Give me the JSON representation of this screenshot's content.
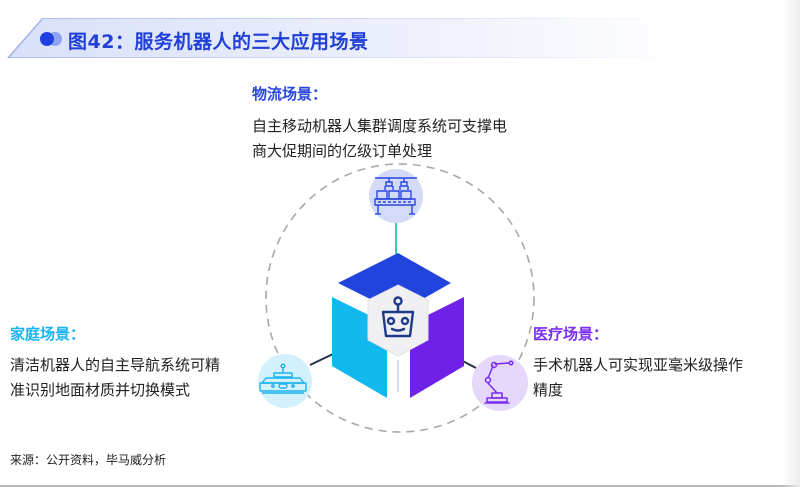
{
  "title": {
    "text": "图42：服务机器人的三大应用场景",
    "accent_color": "#2040d8",
    "bar_color": "#dfe5fb"
  },
  "scenarios": [
    {
      "id": "logistics",
      "label": "物流场景：",
      "description_lines": [
        "自主移动机器人集群调度系统可支撑电",
        "商大促期间的亿级订单处理"
      ],
      "icon": "conveyor-robot-arms-icon",
      "color": "#2846e0",
      "circle_fill": "#d4dbf8"
    },
    {
      "id": "home",
      "label": "家庭场景：",
      "description_lines": [
        "清洁机器人的自主导航系统可精",
        "准识别地面材质并切换模式"
      ],
      "icon": "cleaning-robot-icon",
      "color": "#1ab4f0",
      "circle_fill": "#d3f0fd"
    },
    {
      "id": "medical",
      "label": "医疗场景：",
      "description_lines": [
        "手术机器人可实现亚毫米级操作",
        "精度"
      ],
      "icon": "surgical-robot-arm-icon",
      "color": "#7a2ef0",
      "circle_fill": "#e6d8fb"
    }
  ],
  "center": {
    "icon": "robot-face-icon",
    "faces": {
      "top": "#2145dc",
      "left": "#12b9ef",
      "right": "#7021e8",
      "hex": "#f0f0f2"
    }
  },
  "footer": {
    "source": "来源：公开资料，毕马威分析"
  }
}
